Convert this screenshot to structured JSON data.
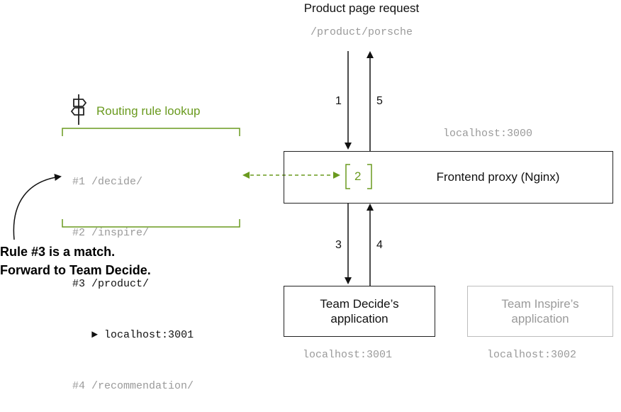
{
  "request": {
    "title": "Product page request",
    "path": "/product/porsche"
  },
  "lookup": {
    "title": "Routing rule lookup",
    "icon": "signpost-icon",
    "accent_color": "#6a9a1f",
    "rules": [
      {
        "id": "#1",
        "path": "/decide/"
      },
      {
        "id": "#2",
        "path": "/inspire/"
      },
      {
        "id": "#3",
        "path": "/product/"
      },
      {
        "id": "#4",
        "path": "/recommendation/"
      }
    ],
    "match_target": "localhost:3001"
  },
  "proxy": {
    "label": "Frontend proxy (Nginx)",
    "host": "localhost:3000",
    "step_label": "2"
  },
  "steps": [
    "1",
    "5",
    "3",
    "4"
  ],
  "team_decide": {
    "label": "Team Decide’s application",
    "host": "localhost:3001"
  },
  "team_inspire": {
    "label": "Team Inspire’s application",
    "host": "localhost:3002"
  },
  "callout": {
    "line1": "Rule #3 is a match.",
    "line2": "Forward to Team Decide."
  }
}
